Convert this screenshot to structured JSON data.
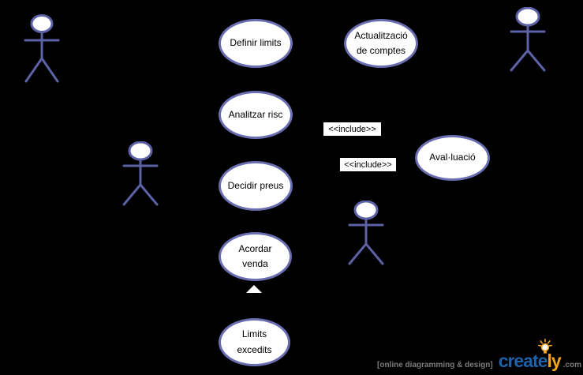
{
  "colors": {
    "background": "#000000",
    "shape_fill": "#ffffff",
    "shape_border": "#6a6db0",
    "actor_stroke": "#5d61a6",
    "text": "#000000",
    "include_label_bg": "#ffffff",
    "brand_blue": "#1d62a9",
    "brand_orange": "#f6a41f",
    "watermark_gray": "#7d7d7d"
  },
  "use_cases": [
    {
      "id": "definir-limits",
      "label": "Definir limits"
    },
    {
      "id": "actualitzacio-de-comptes",
      "label": "Actualització\nde comptes"
    },
    {
      "id": "analitzar-risc",
      "label": "Analitzar risc"
    },
    {
      "id": "decidir-preus",
      "label": "Decidir preus"
    },
    {
      "id": "aval-luacio",
      "label": "Aval·luació"
    },
    {
      "id": "acordar-venda",
      "label": "Acordar\nvenda"
    },
    {
      "id": "limits-excedits",
      "label": "Limits\nexcedits"
    }
  ],
  "connectors": {
    "include_label_1": "<<include>>",
    "include_label_2": "<<include>>"
  },
  "actors": [
    {
      "id": "actor-top-left",
      "icon": "stick-figure-icon"
    },
    {
      "id": "actor-middle-left",
      "icon": "stick-figure-icon"
    },
    {
      "id": "actor-bottom-middle",
      "icon": "stick-figure-icon"
    },
    {
      "id": "actor-top-right",
      "icon": "stick-figure-icon"
    }
  ],
  "watermark": {
    "tagline": "[online diagramming & design]",
    "brand_part_1": "create",
    "brand_part_2": "ly",
    "brand_suffix": ".com"
  }
}
